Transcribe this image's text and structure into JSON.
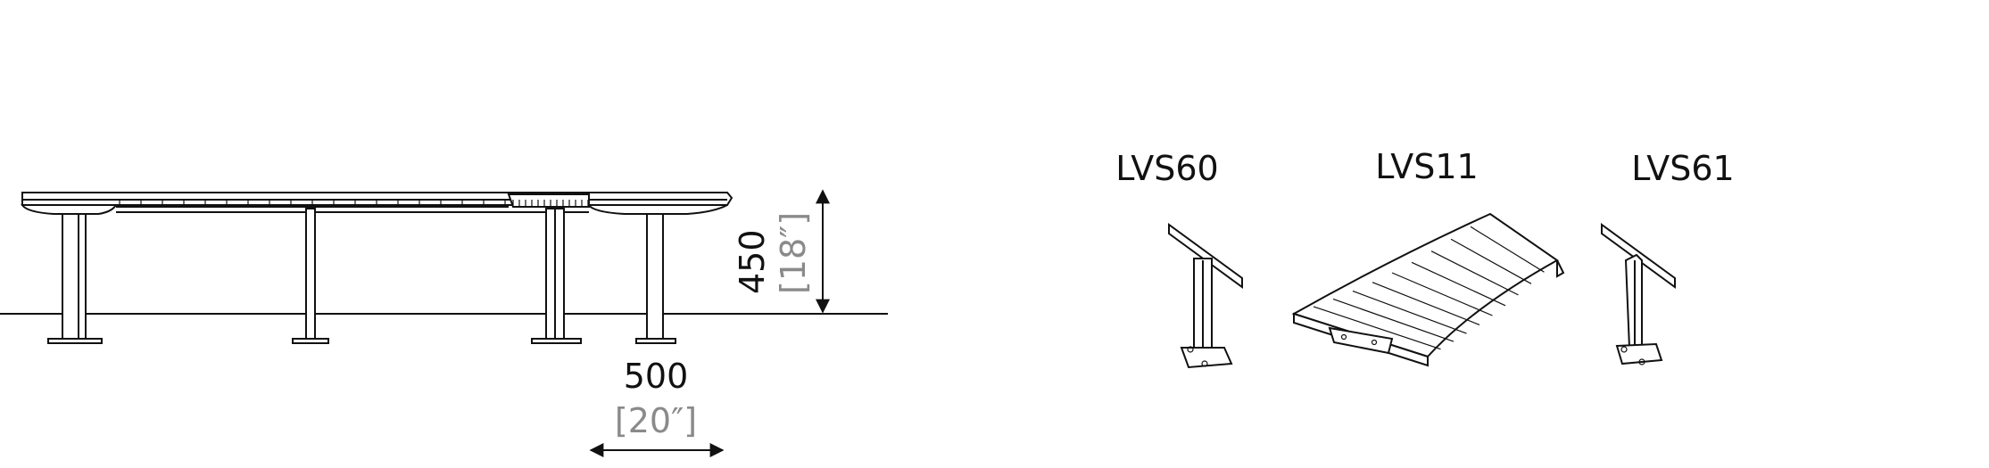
{
  "elevation": {
    "height_value": "450",
    "height_imperial": "[18″]",
    "depth_value": "500",
    "depth_imperial": "[20″]"
  },
  "components": [
    {
      "id": "LVS60",
      "label": "LVS60"
    },
    {
      "id": "LVS11",
      "label": "LVS11"
    },
    {
      "id": "LVS61",
      "label": "LVS61"
    }
  ],
  "colors": {
    "line": "#111111",
    "imperial": "#8a8a8a"
  }
}
